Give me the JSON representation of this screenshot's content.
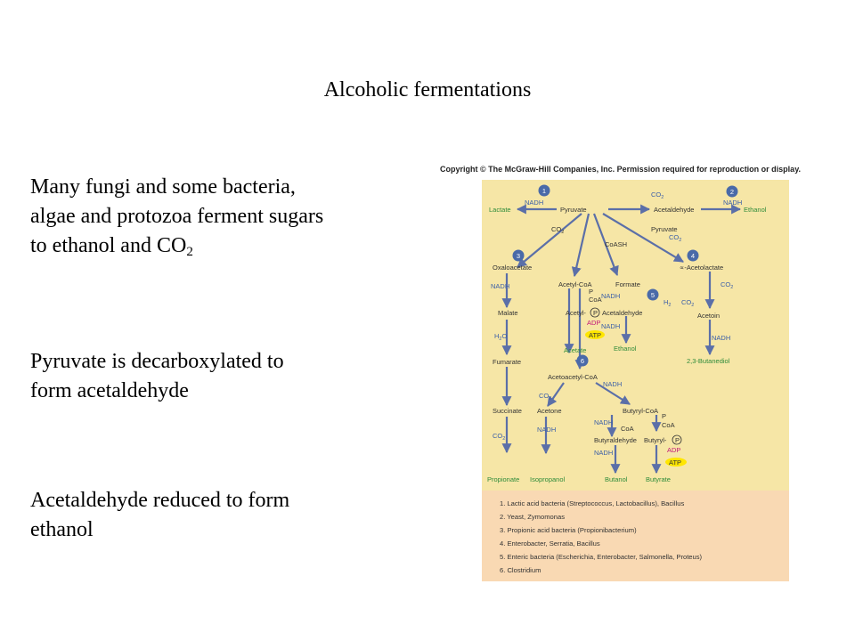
{
  "slide": {
    "title": "Alcoholic fermentations",
    "para1": [
      "Many fungi and some bacteria,",
      "algae and protozoa ferment sugars",
      "to ethanol and CO"
    ],
    "para1_sub": "2",
    "para2": [
      "Pyruvate is decarboxylated to",
      "form acetaldehyde"
    ],
    "para3": [
      "Acetaldehyde reduced to form",
      "ethanol"
    ]
  },
  "figure": {
    "copyright": "Copyright © The McGraw-Hill Companies, Inc. Permission required for reproduction or display.",
    "pathway": {
      "pyruvate": "Pyruvate",
      "lactate": "Lactate",
      "acetaldehyde": "Acetaldehyde",
      "ethanol": "Ethanol",
      "nadh": "NADH",
      "co2": "CO",
      "co2_sub": "2",
      "coash": "CoASH",
      "oxaloacetate": "Oxaloacetate",
      "malate": "Malate",
      "h2o": "H",
      "h2o_tail": "O",
      "fumarate": "Fumarate",
      "succinate": "Succinate",
      "propionate": "Propionate",
      "acetyl_coa": "Acetyl-CoA",
      "pi": "P",
      "coa": "CoA",
      "acetyl_p": "Acetyl-",
      "p_circle": "P",
      "adp": "ADP",
      "atp": "ATP",
      "acetate": "Acetate",
      "formate": "Formate",
      "h2": "H",
      "alpha_acetolactate": "∝-Acetolactate",
      "acetoin": "Acetoin",
      "butanediol": "2,3-Butanediol",
      "acetoacetyl_coa": "Acetoacetyl-CoA",
      "acetone": "Acetone",
      "isopropanol": "Isopropanol",
      "butyryl_coa": "Butyryl-CoA",
      "butyraldehyde": "Butyraldehyde",
      "butyryl_p": "Butyryl-",
      "butanol": "Butanol",
      "butyrate": "Butyrate",
      "step_numbers": [
        "1",
        "2",
        "3",
        "4",
        "5",
        "6"
      ]
    },
    "legend": [
      "1. Lactic acid bacteria (Streptococcus, Lactobacillus), Bacillus",
      "2. Yeast, Zymomonas",
      "3. Propionic acid bacteria (Propionibacterium)",
      "4. Enterobacter, Serratia, Bacillus",
      "5. Enteric bacteria (Escherichia, Enterobacter, Salmonella, Proteus)",
      "6. Clostridium"
    ],
    "colors": {
      "panel": "#f6e6a6",
      "legend_panel": "#f9d9b3",
      "arrow": "#5b6fa8",
      "product": "#2e8b3a",
      "cofactor": "#3a5ea8",
      "adp": "#c2187a",
      "atp_highlight": "#ffe600",
      "step_circle": "#4a6aa8"
    }
  }
}
